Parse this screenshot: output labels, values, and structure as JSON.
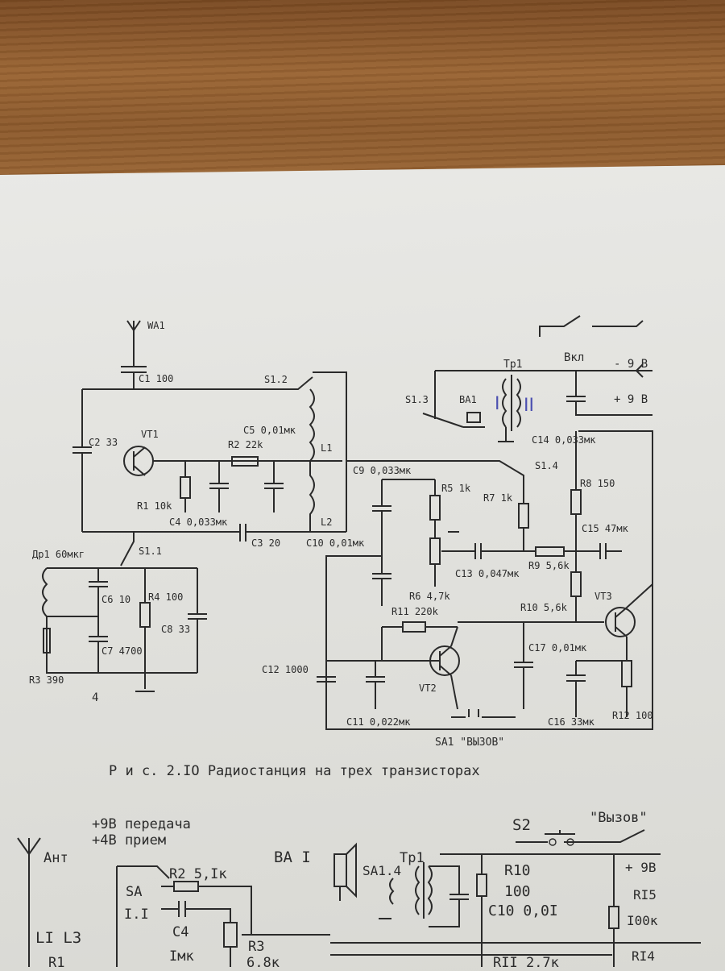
{
  "caption": "Р и с. 2.IO Радиостанция на трех  транзисторах",
  "upper_diagram": {
    "antenna": "WA1",
    "c1": "C1 100",
    "c2": "C2 33",
    "vt1": "VT1",
    "r1": "R1 10k",
    "r2": "R2 22k",
    "c4": "C4 0,033мк",
    "c5": "C5 0,01мк",
    "c3": "C3 20",
    "c10": "C10 0,01мк",
    "l1": "L1",
    "l2": "L2",
    "s12": "S1.2",
    "s11": "S1.1",
    "s13": "S1.3",
    "s14": "S1.4",
    "dr1": "Др1 60мкг",
    "c6": "C6 10",
    "r4": "R4 100",
    "c8": "C8 33",
    "c7": "C7 4700",
    "r3": "R3 390",
    "note": "4",
    "ba1": "BA1",
    "tp1": "Тр1",
    "winding1": "I",
    "winding2": "II",
    "vkl": "Вкл",
    "minus9": "- 9 В",
    "plus9": "+ 9 В",
    "c14": "C14 0,033мк",
    "c9": "C9 0,033мк",
    "r5": "R5 1k",
    "r7": "R7 1k",
    "r8": "R8 150",
    "c15": "C15 47мк",
    "r6": "R6 4,7k",
    "c13": "C13 0,047мк",
    "r9": "R9 5,6k",
    "r10": "R10 5,6k",
    "vt3": "VT3",
    "r11": "R11 220k",
    "c17": "C17 0,01мк",
    "c12": "C12 1000",
    "vt2": "VT2",
    "c11": "C11 0,022мк",
    "c16": "C16 33мк",
    "r12": "R12 100",
    "sa1": "SA1 \"ВЫЗОВ\""
  },
  "lower_diagram": {
    "tx": "+9В передача",
    "rx": "+4В прием",
    "s2": "S2",
    "vyzov": "\"Вызов\"",
    "ant": "Ант",
    "ba": "BA I",
    "sa14": "SA1.4",
    "tp1": "Тр1",
    "r2": "R2 5,Iк",
    "sa": "SA",
    "i1": "I.I",
    "c4": "C4",
    "i_mk": "Iмк",
    "r3": "R3",
    "r3val": "6,8к",
    "l1l3": "LI  L3",
    "r1": "R1",
    "r10": "R10",
    "r10val": "100",
    "c10": "C10  0,0I",
    "plus9": "+ 9В",
    "ri5": "RI5",
    "ri5val": "I00к",
    "ri4": "RI4",
    "rii": "RII 2,7к"
  }
}
